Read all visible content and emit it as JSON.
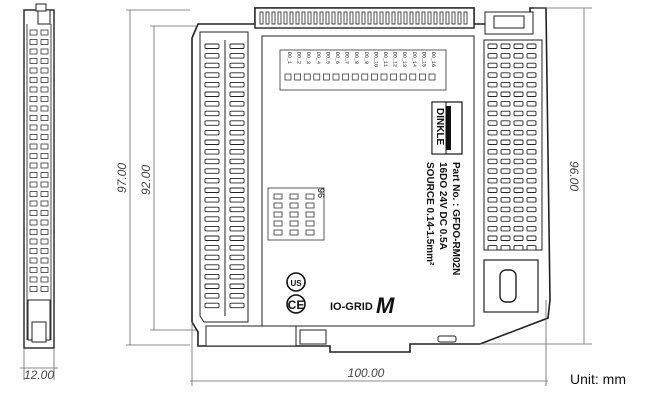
{
  "dimensions": {
    "side_width": "12.00",
    "front_width": "100.00",
    "outer_height": "97.00",
    "inner_height": "92.00",
    "right_height": "96.00",
    "unit_label": "Unit: mm"
  },
  "device": {
    "brand": "DINKLE",
    "part_no": "Part No. : GFDO-RM02N",
    "rating": "16DO 24V DC 0.5A",
    "source": "SOURCE 0.14-1.5mm²",
    "series_logo": "IO-GRID",
    "series_mark": "M",
    "ce_mark": "CE",
    "pin_number": "96"
  },
  "pin_labels": [
    "DO_1",
    "DO_2",
    "DO_3",
    "DO_4",
    "DO_5",
    "DO_6",
    "DO_7",
    "DO_8",
    "DO_9",
    "DO_10",
    "DO_11",
    "DO_12",
    "DO_13",
    "DO_14",
    "DO_15",
    "DO_16"
  ]
}
